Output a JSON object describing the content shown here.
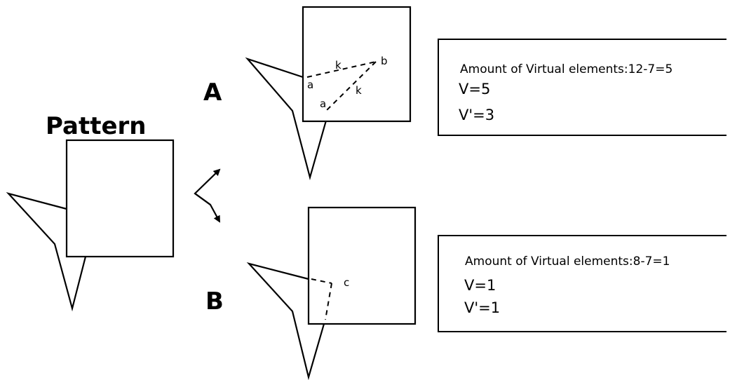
{
  "pattern": {
    "title": "Pattern"
  },
  "case_a": {
    "label": "A",
    "vertex_labels": [
      "a",
      "a",
      "b"
    ],
    "edge_labels": [
      "k",
      "k"
    ],
    "info": {
      "line1": "Amount of Virtual elements:12-7=5",
      "line2": "V=5",
      "line3": "V'=3"
    }
  },
  "case_b": {
    "label": "B",
    "vertex_labels": [
      "c"
    ],
    "info": {
      "line1": "Amount of Virtual elements:8-7=1",
      "line2": "V=1",
      "line3": "V'=1"
    }
  },
  "colors": {
    "stroke": "#000000",
    "background": "#ffffff"
  }
}
